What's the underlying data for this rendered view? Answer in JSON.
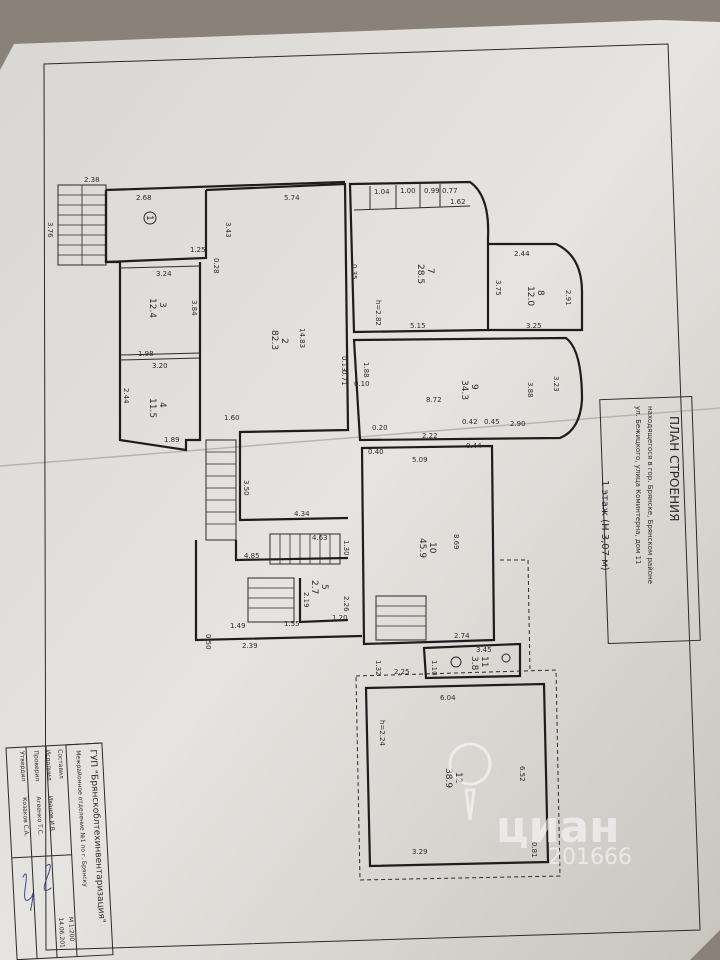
{
  "plan": {
    "title": "ПЛАН СТРОЕНИЯ",
    "address_line1": "находящегося в гор. Брянске, Брянском районе",
    "address_line2": "ул. Бежицкого, улица Коминтерна, дом 11",
    "floor_label": "1 этаж (Н 3,07 м)"
  },
  "rooms": [
    {
      "num": "1",
      "area": ""
    },
    {
      "num": "2",
      "area": "82.3"
    },
    {
      "num": "3",
      "area": "12.4"
    },
    {
      "num": "4",
      "area": "11.5"
    },
    {
      "num": "5",
      "area": "2.7"
    },
    {
      "num": "7",
      "area": "28.5"
    },
    {
      "num": "8",
      "area": "12.0"
    },
    {
      "num": "9",
      "area": "34.3"
    },
    {
      "num": "10",
      "area": "45.9"
    },
    {
      "num": "11",
      "area": "3.8"
    },
    {
      "num": "12",
      "area": "38.9"
    }
  ],
  "dimensions": [
    "2.38",
    "2.68",
    "5.74",
    "3.76",
    "1.04",
    "1.00",
    "0.99",
    "0.77",
    "1.62",
    "3.43",
    "1.25",
    "3.24",
    "3.84",
    "1.98",
    "3.20",
    "2.44",
    "1.89",
    "1.60",
    "14.83",
    "2.44",
    "5.15",
    "3.25",
    "3.75",
    "2.91",
    "8.72",
    "3.23",
    "3.88",
    "2.90",
    "5.09",
    "8.69",
    "4.34",
    "4.63",
    "4.85",
    "2.19",
    "1.55",
    "1.49",
    "2.39",
    "1.20",
    "2.74",
    "3.45",
    "2.25",
    "1.10",
    "6.04",
    "6.52",
    "3.29",
    "0.81",
    "h=2.82",
    "h=2.24",
    "3.50",
    "0.35",
    "0.28",
    "0.13",
    "0.71",
    "0.10",
    "0.20",
    "0.40",
    "2.22",
    "0.42",
    "0.45",
    "0.44",
    "1.88",
    "1.30",
    "2.26",
    "0.50",
    "1.32"
  ],
  "stamp": {
    "org": "ГУП \"Брянскоблтехинвентаризация\"",
    "dept": "Межрайонное отделение №1 по г. Брянску",
    "scale": "М 1:200",
    "date": "14.06.201",
    "rows": [
      {
        "role": "Составил",
        "name": ""
      },
      {
        "role": "Исполнил",
        "name": "Иванов И.В."
      },
      {
        "role": "Проверил",
        "name": "Агеенко Т.С."
      },
      {
        "role": "Утвердил",
        "name": "Козаков С.А."
      }
    ]
  },
  "watermark": {
    "brand": "циан",
    "id": "201666"
  }
}
